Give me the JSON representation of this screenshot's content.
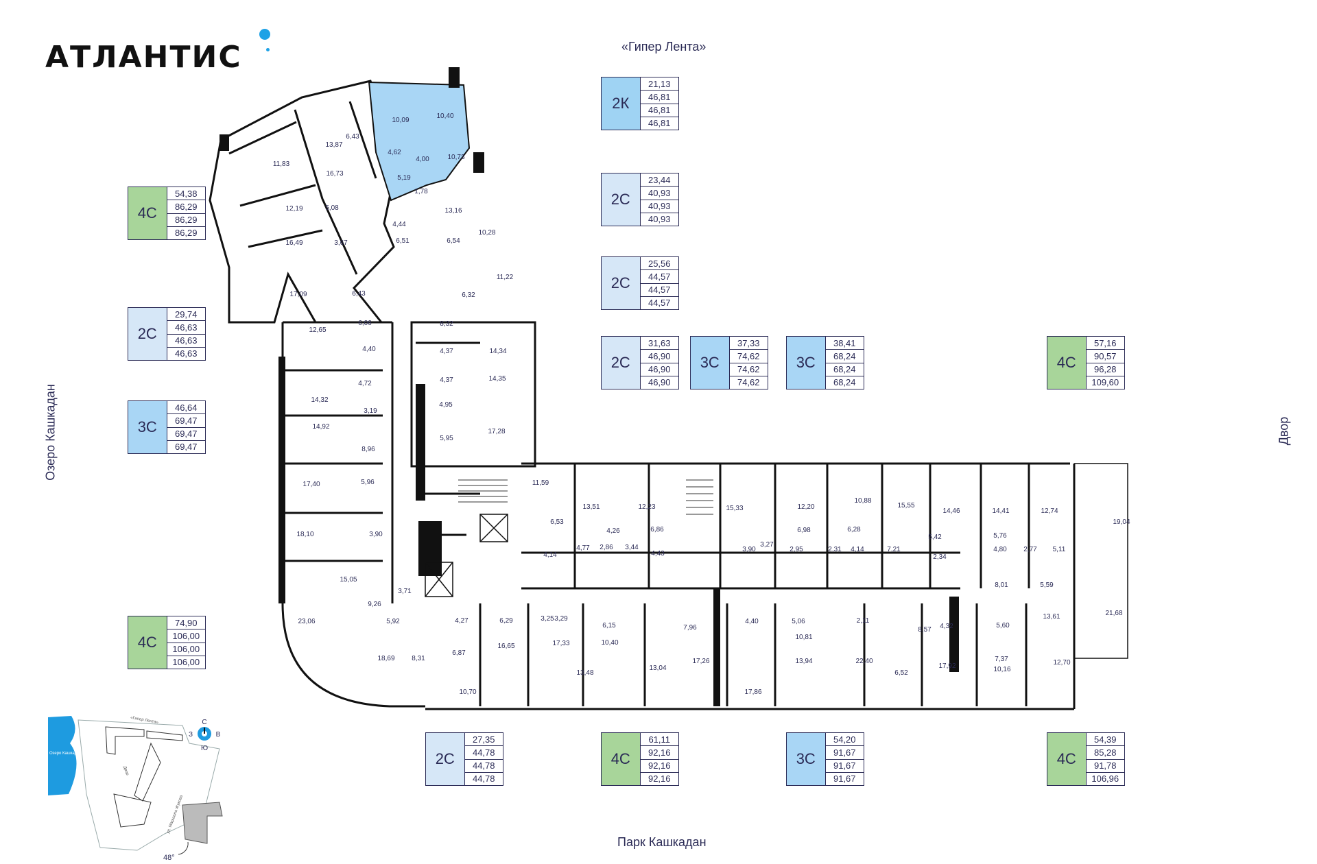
{
  "brand": {
    "logo_text": "АТЛАНТИС",
    "accent": "#1ea2e6"
  },
  "directions": {
    "north": "«Гипер Лента»",
    "south": "Парк Кашкадан",
    "west": "Озеро Кашкадан",
    "east": "Двор"
  },
  "colors": {
    "2K": "#9fd3f3",
    "2C": "#d6e7f7",
    "3C": "#a9d6f5",
    "4C": "#a8d59a",
    "highlight_unit": "#a9d6f5",
    "wall": "#111111",
    "text": "#2a2a55"
  },
  "cards": [
    {
      "code": "2К",
      "type": "2K",
      "values": [
        "21,13",
        "46,81",
        "46,81",
        "46,81"
      ]
    },
    {
      "code": "4С",
      "type": "4C",
      "values": [
        "54,38",
        "86,29",
        "86,29",
        "86,29"
      ]
    },
    {
      "code": "2С",
      "type": "2C",
      "values": [
        "23,44",
        "40,93",
        "40,93",
        "40,93"
      ]
    },
    {
      "code": "2С",
      "type": "2C",
      "values": [
        "25,56",
        "44,57",
        "44,57",
        "44,57"
      ]
    },
    {
      "code": "2С",
      "type": "2C",
      "values": [
        "29,74",
        "46,63",
        "46,63",
        "46,63"
      ]
    },
    {
      "code": "2С",
      "type": "2C",
      "values": [
        "31,63",
        "46,90",
        "46,90",
        "46,90"
      ]
    },
    {
      "code": "3С",
      "type": "3C",
      "values": [
        "37,33",
        "74,62",
        "74,62",
        "74,62"
      ]
    },
    {
      "code": "3С",
      "type": "3C",
      "values": [
        "38,41",
        "68,24",
        "68,24",
        "68,24"
      ]
    },
    {
      "code": "4С",
      "type": "4C",
      "values": [
        "57,16",
        "90,57",
        "96,28",
        "109,60"
      ]
    },
    {
      "code": "3С",
      "type": "3C",
      "values": [
        "46,64",
        "69,47",
        "69,47",
        "69,47"
      ]
    },
    {
      "code": "4С",
      "type": "4C",
      "values": [
        "74,90",
        "106,00",
        "106,00",
        "106,00"
      ]
    },
    {
      "code": "2С",
      "type": "2C",
      "values": [
        "27,35",
        "44,78",
        "44,78",
        "44,78"
      ]
    },
    {
      "code": "4С",
      "type": "4C",
      "values": [
        "61,11",
        "92,16",
        "92,16",
        "92,16"
      ]
    },
    {
      "code": "3С",
      "type": "3C",
      "values": [
        "54,20",
        "91,67",
        "91,67",
        "91,67"
      ]
    },
    {
      "code": "4С",
      "type": "4C",
      "values": [
        "54,39",
        "85,28",
        "91,78",
        "106,96"
      ]
    }
  ],
  "room_areas": [
    "10,09",
    "10,40",
    "13,87",
    "6,43",
    "11,83",
    "4,62",
    "4,00",
    "10,73",
    "16,73",
    "5,19",
    "1,78",
    "13,16",
    "12,19",
    "5,08",
    "4,44",
    "10,28",
    "16,49",
    "3,67",
    "6,51",
    "6,54",
    "11,22",
    "17,09",
    "6,43",
    "6,32",
    "12,65",
    "6,06",
    "8,32",
    "4,40",
    "4,37",
    "14,34",
    "4,72",
    "4,37",
    "14,35",
    "14,32",
    "3,19",
    "4,95",
    "14,92",
    "8,96",
    "5,95",
    "17,28",
    "17,40",
    "5,96",
    "11,59",
    "13,51",
    "12,23",
    "15,33",
    "12,20",
    "10,88",
    "15,55",
    "14,46",
    "14,41",
    "12,74",
    "19,04",
    "18,10",
    "3,90",
    "6,53",
    "4,26",
    "6,86",
    "6,98",
    "6,28",
    "5,42",
    "5,76",
    "4,14",
    "4,77",
    "2,86",
    "3,44",
    "4,43",
    "3,90",
    "3,27",
    "2,95",
    "2,31",
    "4,14",
    "7,21",
    "2,34",
    "4,80",
    "2,77",
    "5,11",
    "15,05",
    "3,71",
    "8,01",
    "5,59",
    "9,26",
    "5,92",
    "4,27",
    "6,29",
    "3,25",
    "3,29",
    "6,15",
    "7,96",
    "4,40",
    "5,06",
    "2,11",
    "8,57",
    "4,32",
    "13,61",
    "21,68",
    "23,06",
    "17,33",
    "10,40",
    "10,81",
    "5,60",
    "6,87",
    "16,65",
    "13,48",
    "13,04",
    "17,26",
    "13,94",
    "22,40",
    "6,52",
    "17,92",
    "7,37",
    "10,16",
    "12,70",
    "18,69",
    "8,31",
    "10,70",
    "17,86"
  ],
  "minimap": {
    "north_road": "«Гипер Лента»",
    "lake": "Озеро Кашкадан",
    "yard": "Двор",
    "street": "ул. Маршала Жукова",
    "compass": {
      "n": "С",
      "s": "Ю",
      "w": "З",
      "e": "В"
    },
    "angle": "48°"
  }
}
